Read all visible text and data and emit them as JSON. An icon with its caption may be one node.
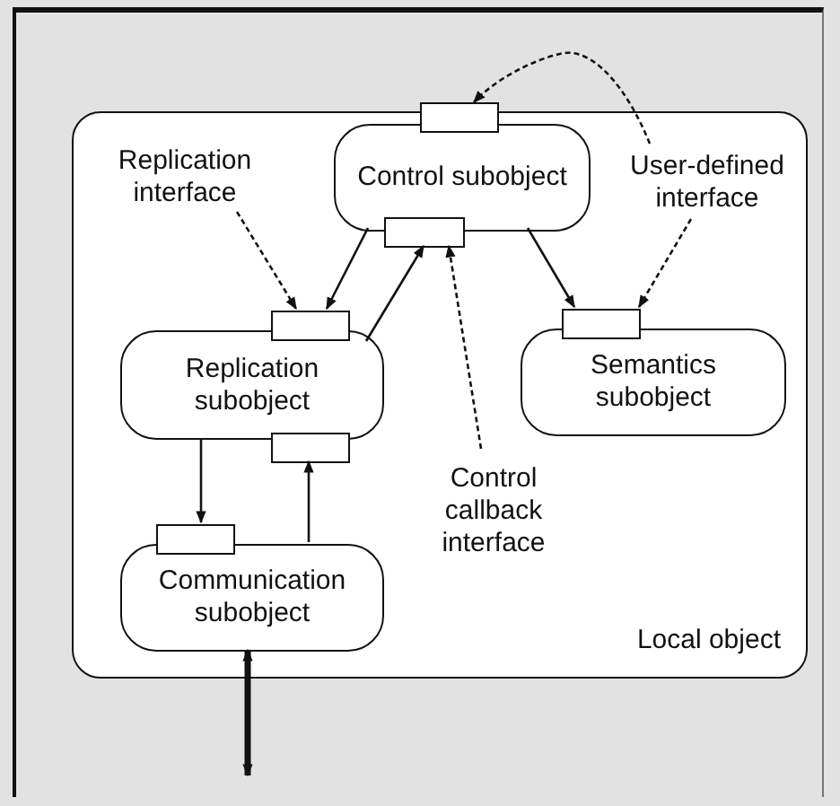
{
  "diagram": {
    "nodes": [
      {
        "text": [
          "Local object"
        ]
      },
      {
        "text": [
          "Control subobject"
        ],
        "in": 0
      },
      {
        "text": [],
        "shape": "box"
      },
      {
        "text": [
          "Replication interface"
        ],
        "in": 0
      },
      {
        "text": [
          "User-defined interface"
        ],
        "in": 0
      },
      {
        "text": [],
        "shape": "box",
        "in": 0
      },
      {
        "text": [],
        "shape": "box",
        "in": 0
      },
      {
        "text": [
          "Replication subobject"
        ],
        "in": 0
      },
      {
        "text": [],
        "shape": "box",
        "in": 0
      },
      {
        "text": [
          "Semantics subobject"
        ],
        "in": 0
      },
      {
        "text": [],
        "shape": "box",
        "in": 0
      },
      {
        "text": [
          "Control callback interface"
        ],
        "in": 0
      },
      {
        "text": [],
        "shape": "box",
        "in": 0
      },
      {
        "text": [
          "Communication subobject"
        ],
        "in": 0
      }
    ],
    "edges": [
      {
        "from": 4,
        "to": 2,
        "arrow": "to",
        "style": "dashed"
      },
      {
        "from": 3,
        "to": 6,
        "arrow": "to",
        "style": "dashed"
      },
      {
        "from": 1,
        "to": 6,
        "arrow": "to"
      },
      {
        "from": 7,
        "to": 5,
        "arrow": "to"
      },
      {
        "from": 11,
        "to": 5,
        "arrow": "to",
        "style": "dashed"
      },
      {
        "from": 1,
        "to": 8,
        "arrow": "to"
      },
      {
        "from": 4,
        "to": 8,
        "arrow": "to",
        "style": "dashed"
      },
      {
        "from": 7,
        "to": 12,
        "arrow": "to"
      },
      {
        "from": 13,
        "to": 10,
        "arrow": "to"
      },
      {
        "from": 13,
        "to": null,
        "arrow": "both",
        "style": "thick"
      }
    ]
  }
}
